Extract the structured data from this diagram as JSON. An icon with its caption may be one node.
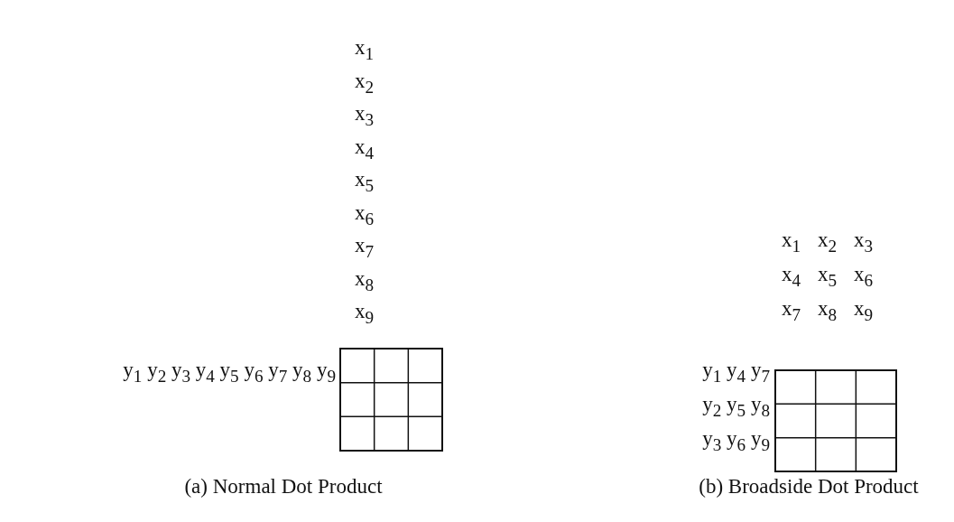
{
  "diagram": {
    "labels": [
      "x$_{1}$",
      "x$_{2}$",
      "x$_{3}$",
      "x$_{4}$",
      "x$_{5}$",
      "x$_{6}$",
      "x$_{7}$",
      "x$_{8}$",
      "x$_{9}$",
      "y$_{1}$ y$_{2}$ y$_{3}$ y$_{4}$ y$_{5}$ y$_{6}$ y$_{7}$ y$_{8}$ y$_{9}$",
      "x$_{1}$",
      "x$_{2}$",
      "x$_{3}$",
      "x$_{4}$",
      "x$_{5}$",
      "x$_{6}$",
      "x$_{7}$",
      "x$_{8}$",
      "x$_{9}$",
      "y$_{1}$ y$_{4}$ y$_{7}$",
      "y$_{2}$ y$_{5}$ y$_{8}$",
      "y$_{3}$ y$_{6}$ y$_{9}$",
      "(a) Normal Dot Product",
      "(b) Broadside Dot Product"
    ]
  }
}
